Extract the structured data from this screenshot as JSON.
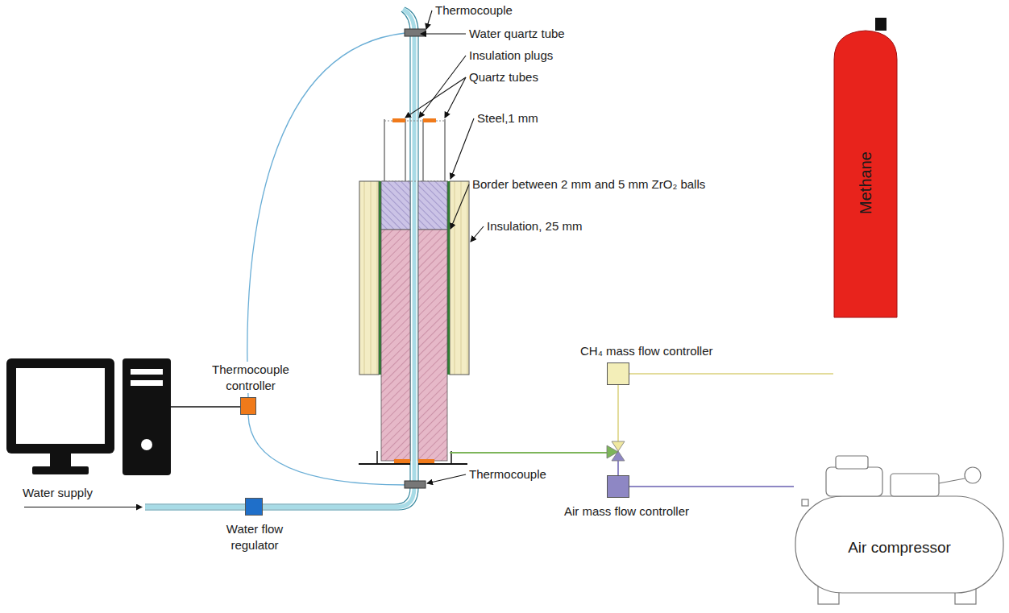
{
  "diagram": {
    "nodes": [
      {
        "text": [
          "Thermocouple controller"
        ]
      },
      {
        "text": [
          "CH₄ mass flow controller"
        ]
      },
      {
        "text": [
          "Methane"
        ]
      },
      {
        "text": [
          "Water flow regulator"
        ]
      },
      {
        "text": [
          "Air mass flow controller"
        ]
      },
      {
        "text": [
          "Air compressor"
        ]
      }
    ],
    "edges": [
      {
        "from": 2,
        "to": 1,
        "arrow": "none"
      },
      {
        "from": 5,
        "to": 4,
        "arrow": "none"
      }
    ],
    "labels": [
      "Thermocouple",
      "Water quartz tube",
      "Insulation plugs",
      "Quartz tubes",
      "Steel,1 mm",
      "Border between 2 mm and 5 mm ZrO₂ balls",
      "Insulation, 25 mm",
      "Thermocouple",
      "Water supply"
    ]
  }
}
